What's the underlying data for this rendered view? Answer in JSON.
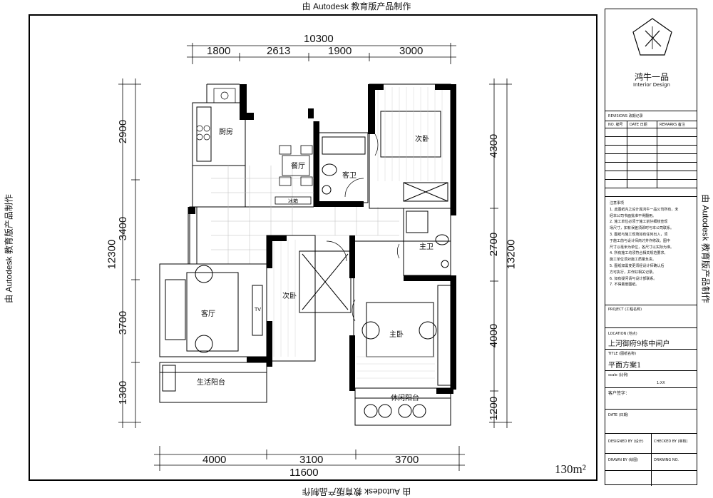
{
  "watermark": "由 Autodesk 教育版产品制作",
  "dims": {
    "top_total": "10300",
    "top_segments": [
      "1800",
      "2613",
      "1900",
      "3000"
    ],
    "bottom_segments": [
      "4000",
      "3100",
      "3700"
    ],
    "bottom_total": "11600",
    "left_segments": [
      "2900",
      "3400",
      "3700",
      "1300"
    ],
    "left_total": "12300",
    "right_segments": [
      "4300",
      "2700",
      "4000",
      "1200"
    ],
    "right_total": "13200"
  },
  "rooms": {
    "kitchen": "厨房",
    "dining": "餐厅",
    "bath1": "客卫",
    "bedroom2a": "次卧",
    "living": "客厅",
    "bedroom2b": "次卧",
    "master": "主卧",
    "bath2": "主卫",
    "balcony_service": "生活阳台",
    "balcony_leisure": "休闲阳台",
    "tv": "TV",
    "fridge": "冰箱"
  },
  "area": "130m²",
  "title_block": {
    "brand": "鸿牛一品",
    "brand_sub": "Interior Design",
    "revisions_label": "REVISIONS 改期记录",
    "rev_headers": [
      "NO. 编号",
      "DATE 日期",
      "REMARKS 备注"
    ],
    "notes": [
      "注意事项",
      "1. 此图纸内之设计属鸿牛一品公司所有，未",
      "经本公司书面批准不得翻用。",
      "2. 施工单位必须于施工前仔细核查现",
      "场尺寸，如有误差须即时与本公司联系。",
      "3. 图纸与施工现场如有任何出入，须",
      "于施工前与设计师商讨并作修改。图中",
      "尺寸以毫米为单位，各尺寸以实际为准。",
      "4. 所有施工均须符合相关规范要求，",
      "施工单位须对施工质量负责。",
      "5. 图纸如需变更须经设计师确认后",
      "方可执行，并作好相关记录。",
      "6. 如有疑问请与设计部联系。",
      "7. 不得量度图纸。"
    ],
    "project_label": "PROJECT (工程名称)",
    "location_label": "LOCATION (地点)",
    "location_value": "上河御府9栋中间户",
    "title_label": "TITLE (图纸名称)",
    "title_value": "平面方案1",
    "scale_label": "scale (比例)",
    "scale_value": "1:XX",
    "client_label": "客户签字：",
    "date_label": "DATE (日期)",
    "designed_label": "DESIGNED BY (设计)",
    "checked_label": "CHECKED BY (审核)",
    "drawn_label": "DRAWN BY (绘图)",
    "drawing_no_label": "DRAWING NO."
  }
}
